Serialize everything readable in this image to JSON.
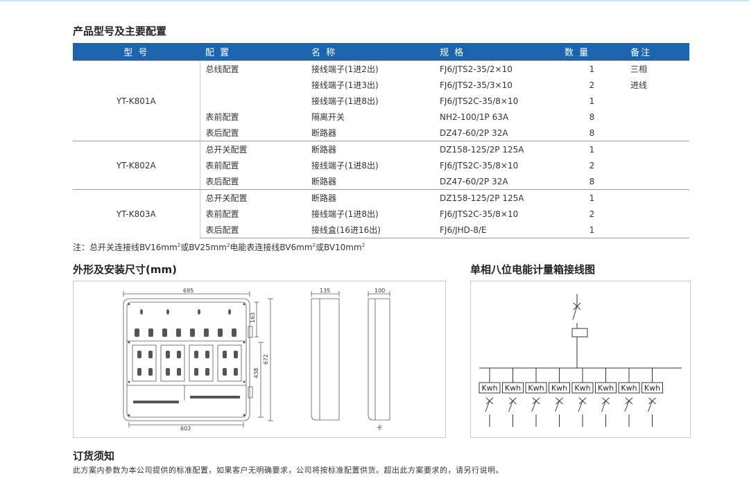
{
  "section_config_title": "产品型号及主要配置",
  "table": {
    "headers": [
      "型 号",
      "配 置",
      "名 称",
      "规 格",
      "数 量",
      "备注"
    ],
    "groups": [
      {
        "model": "YT-K801A",
        "rows": [
          {
            "config": "总线配置",
            "name": "接线端子(1进2出)",
            "spec": "FJ6/JTS2-35/2×10",
            "qty": "1",
            "remark": "三相"
          },
          {
            "config": "",
            "name": "接线端子(1进3出)",
            "spec": "FJ6/JTS2-35/3×10",
            "qty": "2",
            "remark": "进线"
          },
          {
            "config": "",
            "name": "接线端子(1进8出)",
            "spec": "FJ6/JTS2C-35/8×10",
            "qty": "1",
            "remark": ""
          },
          {
            "config": "表前配置",
            "name": "隔离开关",
            "spec": "NH2-100/1P 63A",
            "qty": "8",
            "remark": ""
          },
          {
            "config": "表后配置",
            "name": "断路器",
            "spec": "DZ47-60/2P 32A",
            "qty": "8",
            "remark": ""
          }
        ]
      },
      {
        "model": "YT-K802A",
        "rows": [
          {
            "config": "总开关配置",
            "name": "断路器",
            "spec": "DZ158-125/2P 125A",
            "qty": "1",
            "remark": ""
          },
          {
            "config": "表前配置",
            "name": "接线端子(1进8出)",
            "spec": "FJ6/JTS2C-35/8×10",
            "qty": "2",
            "remark": ""
          },
          {
            "config": "表后配置",
            "name": "断路器",
            "spec": "DZ47-60/2P 32A",
            "qty": "8",
            "remark": ""
          }
        ]
      },
      {
        "model": "YT-K803A",
        "rows": [
          {
            "config": "总开关配置",
            "name": "断路器",
            "spec": "DZ158-125/2P 125A",
            "qty": "1",
            "remark": ""
          },
          {
            "config": "表前配置",
            "name": "接线端子(1进8出)",
            "spec": "FJ6/JTS2C-35/8×10",
            "qty": "2",
            "remark": ""
          },
          {
            "config": "表后配置",
            "name": "接线盒(16进16出)",
            "spec": "FJ6/JHD-8/E",
            "qty": "1",
            "remark": ""
          }
        ]
      }
    ]
  },
  "note": {
    "prefix": "注：总开关连接线BV16mm",
    "p2": "或BV25mm",
    "p3": "电能表连接线BV6mm",
    "p4": "或BV10mm",
    "sup": "2"
  },
  "section_dim_title": "外形及安装尺寸(mm)",
  "section_wiring_title": "单相八位电能计量箱接线图",
  "dimensions": {
    "width": "695",
    "inner_width": "603",
    "height": "672",
    "lower_height": "438",
    "upper_height": "163",
    "side_depth": "135",
    "side_depth2": "100",
    "clip_glyph": "卡"
  },
  "wiring": {
    "meter_label": "Kwh",
    "meter_count": 8
  },
  "section_order_title": "订货须知",
  "footer_text": "此方案内参数为本公司提供的标准配置，如果客户无明确要求，公司将按标准配置供货。超出此方案要求的，请另行说明。",
  "colors": {
    "header_bg": "#1c64ad",
    "header_text": "#ffffff",
    "top_line": "#cfe2f3"
  }
}
